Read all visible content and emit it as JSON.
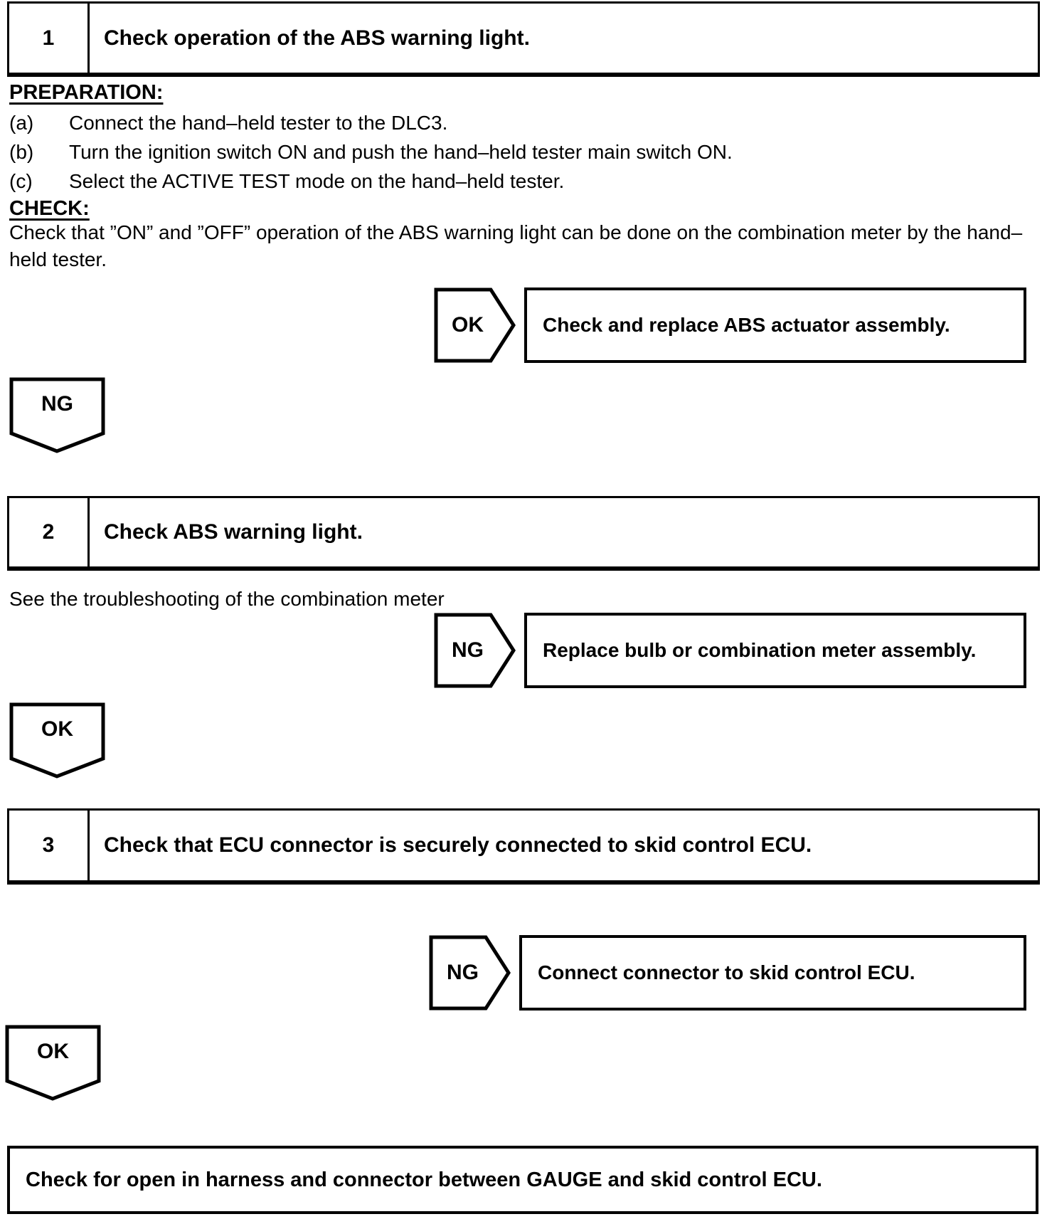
{
  "page": {
    "background": "#ffffff",
    "ink": "#000000"
  },
  "step1": {
    "number": "1",
    "title": "Check operation of the ABS warning light.",
    "preparation_heading": "PREPARATION:",
    "preparation_items": [
      {
        "label": "(a)",
        "text": "Connect the hand–held tester to the DLC3."
      },
      {
        "label": "(b)",
        "text": "Turn the ignition switch ON and push the hand–held tester main switch ON."
      },
      {
        "label": "(c)",
        "text": "Select the ACTIVE TEST mode on the hand–held tester."
      }
    ],
    "check_heading": "CHECK:",
    "check_text": "Check that ”ON” and ”OFF” operation of the ABS warning light can be done on the combination meter by the hand–held tester.",
    "ok_label": "OK",
    "ok_result": "Check and replace ABS actuator assembly.",
    "ng_label": "NG"
  },
  "step2": {
    "number": "2",
    "title": "Check ABS warning light.",
    "note": "See the troubleshooting of the combination meter",
    "ng_label": "NG",
    "ng_result": "Replace bulb or combination meter assembly.",
    "ok_label": "OK"
  },
  "step3": {
    "number": "3",
    "title": "Check that ECU connector is securely connected to skid control ECU.",
    "ng_label": "NG",
    "ng_result": "Connect connector to skid control ECU.",
    "ok_label": "OK"
  },
  "final": {
    "text": "Check for open in harness and connector between GAUGE and skid control ECU."
  }
}
